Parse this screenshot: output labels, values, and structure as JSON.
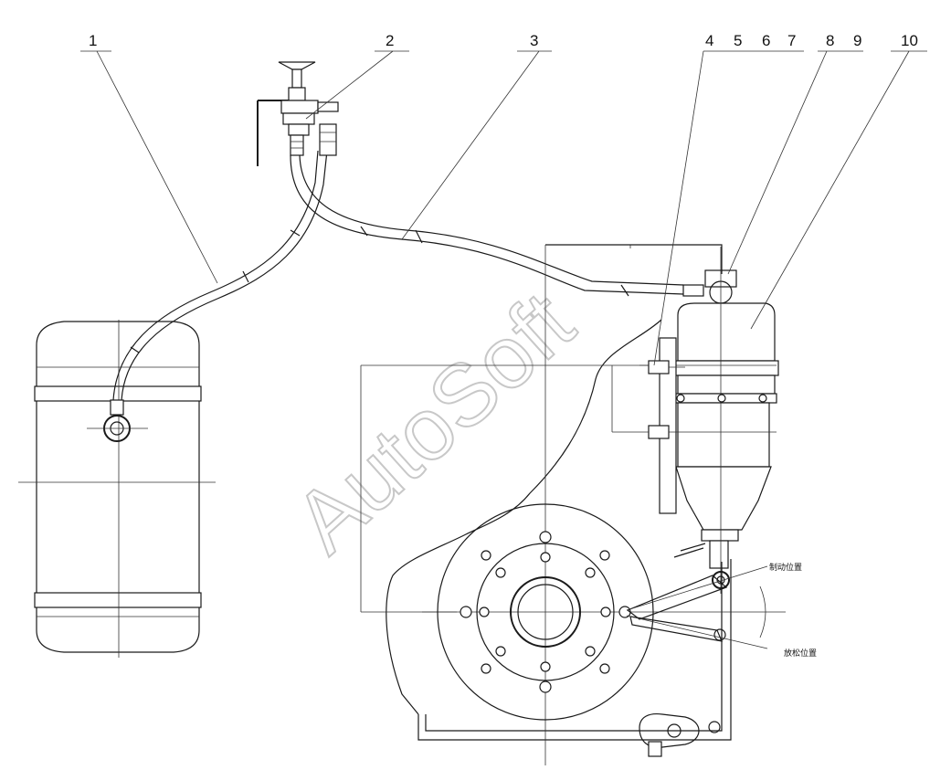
{
  "callouts": {
    "c1": "1",
    "c2": "2",
    "c3": "3",
    "c4": "4",
    "c5": "5",
    "c6": "6",
    "c7": "7",
    "c8": "8",
    "c9": "9",
    "c10": "10"
  },
  "annotations": {
    "brake_position": "制动位置",
    "release_position": "放松位置"
  },
  "watermark": "AutoSoft"
}
